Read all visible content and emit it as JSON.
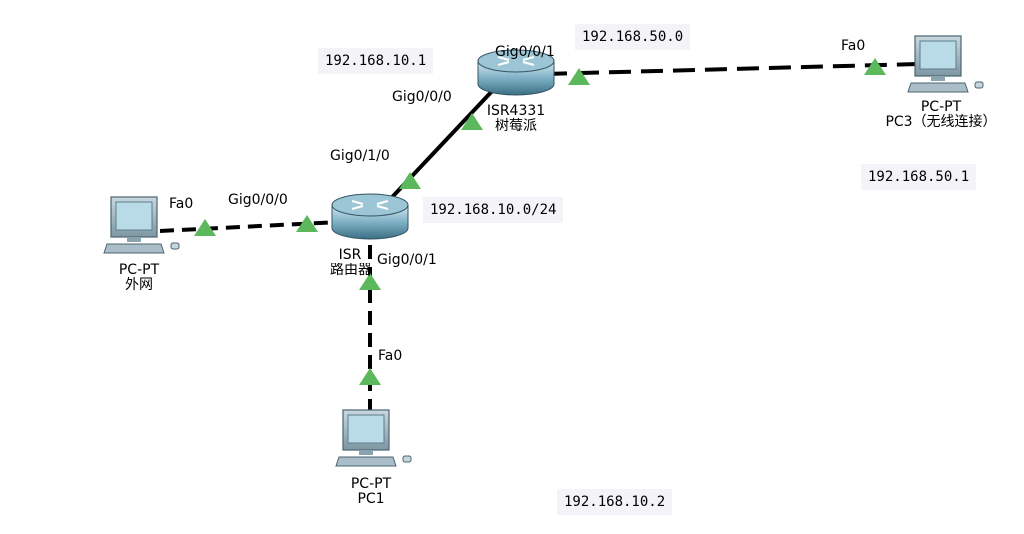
{
  "devices": {
    "router_main": {
      "model": "ISR",
      "name": "路由器"
    },
    "router_pi": {
      "model": "ISR4331",
      "name": "树莓派"
    },
    "pc_external": {
      "model": "PC-PT",
      "name": "外网"
    },
    "pc1": {
      "model": "PC-PT",
      "name": "PC1"
    },
    "pc3": {
      "model": "PC-PT",
      "name": "PC3（无线连接）"
    }
  },
  "ports": {
    "pc_external_fa0": "Fa0",
    "router_main_gig000": "Gig0/0/0",
    "router_main_gig010": "Gig0/1/0",
    "router_main_gig001": "Gig0/0/1",
    "router_pi_gig000": "Gig0/0/0",
    "router_pi_gig001": "Gig0/0/1",
    "pc1_fa0": "Fa0",
    "pc3_fa0": "Fa0"
  },
  "notes": {
    "router_pi_ip": "192.168.10.1",
    "lan_network": "192.168.10.0/24",
    "wlan_network": "192.168.50.0",
    "pc3_ip": "192.168.50.1",
    "pc1_ip": "192.168.10.2"
  },
  "colors": {
    "link": "#000000",
    "port_up": "#5cb85c",
    "router_body": "#7fb1c6",
    "pc_screen": "#b9dbe8"
  }
}
